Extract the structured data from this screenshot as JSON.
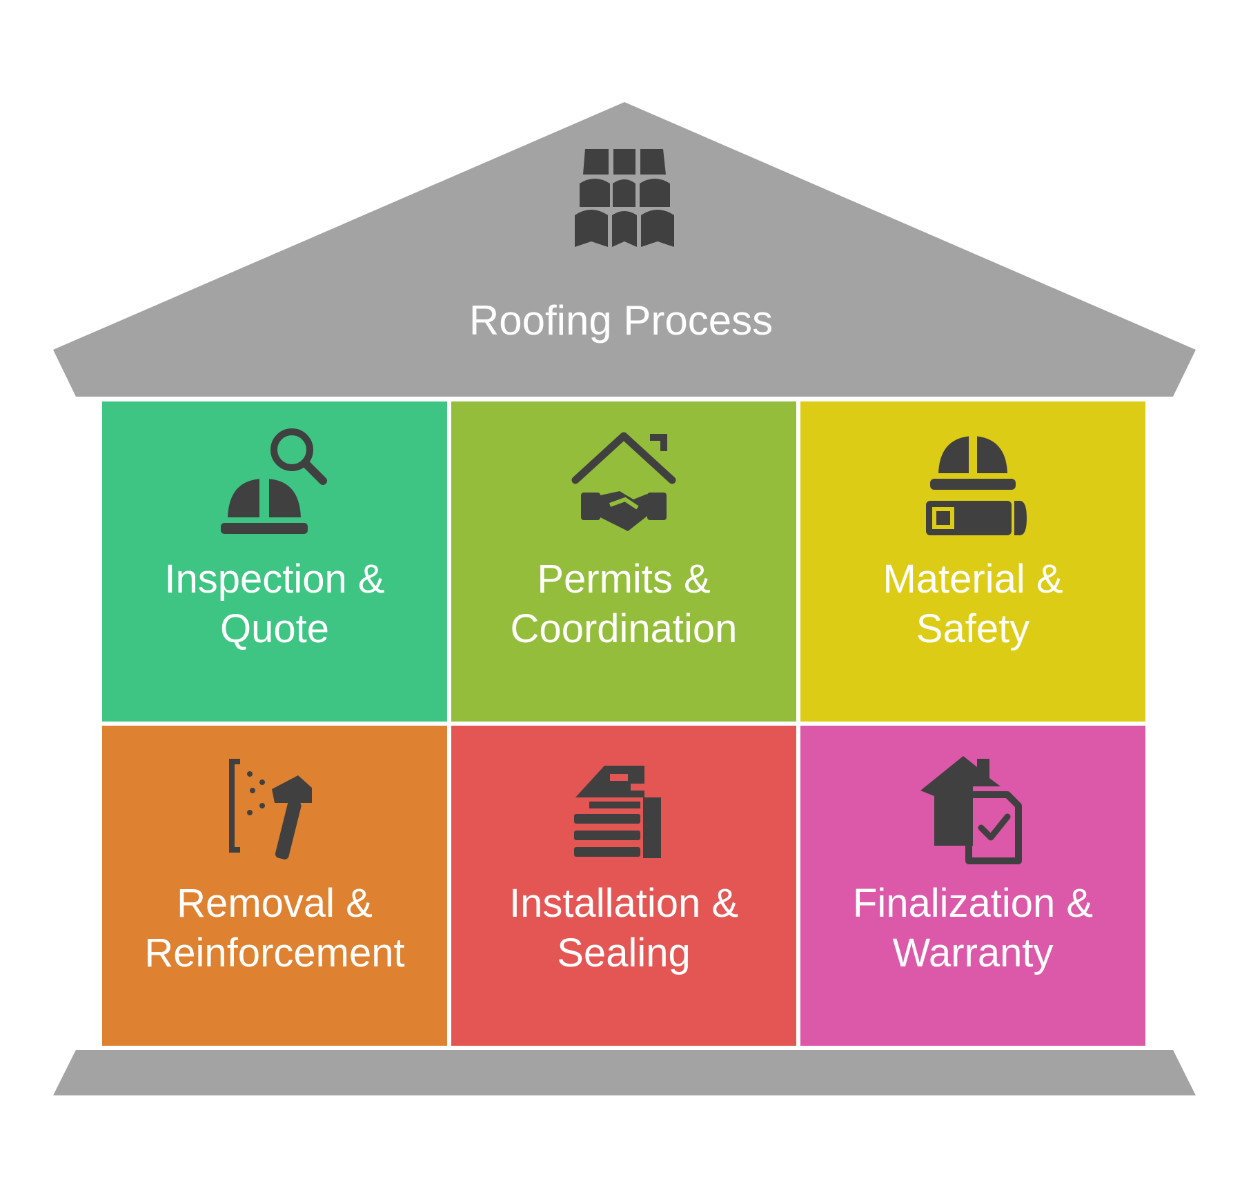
{
  "title": "Roofing Process",
  "roof_icon": "roof-tiles-icon",
  "colors": {
    "roof": "#a3a3a3",
    "icon": "#404040",
    "text": "#ffffff"
  },
  "pillars": [
    {
      "line1": "Inspection &",
      "line2": "Quote",
      "icon": "hardhat-magnifier-icon",
      "color": "#3ec584"
    },
    {
      "line1": "Permits &",
      "line2": "Coordination",
      "icon": "house-handshake-icon",
      "color": "#93bd3a"
    },
    {
      "line1": "Material &",
      "line2": "Safety",
      "icon": "hardhat-materials-icon",
      "color": "#dccc16"
    },
    {
      "line1": "Removal &",
      "line2": "Reinforcement",
      "icon": "hammer-wall-icon",
      "color": "#de8231"
    },
    {
      "line1": "Installation &",
      "line2": "Sealing",
      "icon": "roof-construction-icon",
      "color": "#e45653"
    },
    {
      "line1": "Finalization &",
      "line2": "Warranty",
      "icon": "house-certificate-icon",
      "color": "#dc58a8"
    }
  ]
}
